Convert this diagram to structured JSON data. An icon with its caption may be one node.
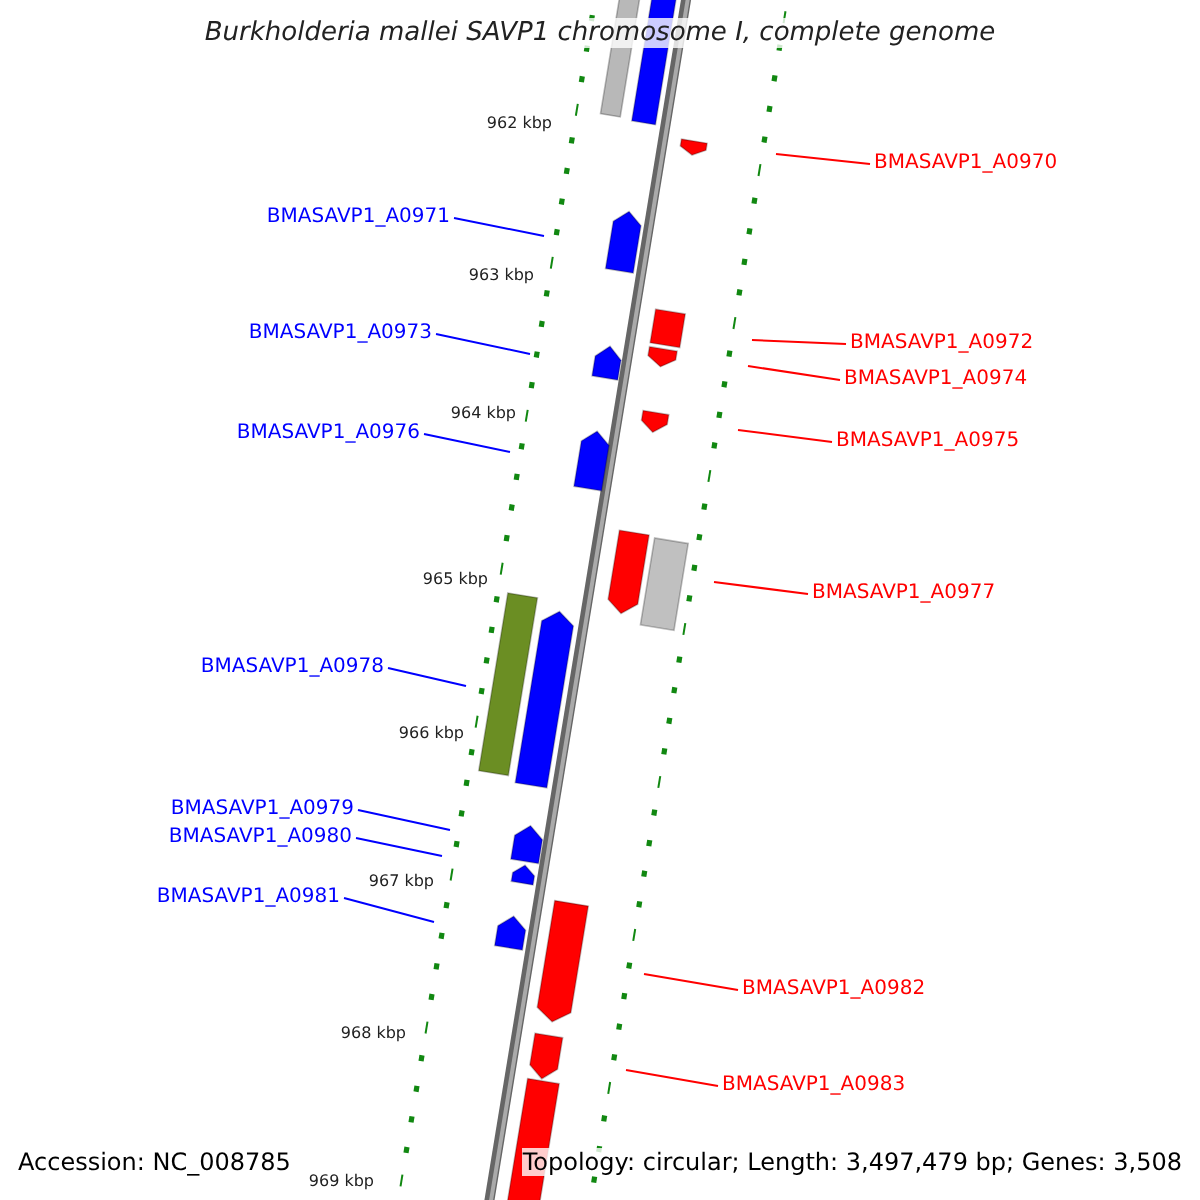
{
  "diagram": {
    "title": "Burkholderia mallei SAVP1 chromosome I, complete genome",
    "nodes": [
      {
        "text": [
          "BMASAVP1_A0970"
        ]
      },
      {
        "text": [
          "BMASAVP1_A0971"
        ]
      },
      {
        "text": [
          "BMASAVP1_A0973"
        ]
      },
      {
        "text": [
          "BMASAVP1_A0972"
        ]
      },
      {
        "text": [
          "BMASAVP1_A0974"
        ]
      },
      {
        "text": [
          "BMASAVP1_A0976"
        ]
      },
      {
        "text": [
          "BMASAVP1_A0975"
        ]
      },
      {
        "text": [
          "BMASAVP1_A0977"
        ]
      },
      {
        "text": [
          "BMASAVP1_A0978"
        ]
      },
      {
        "text": [
          "BMASAVP1_A0979"
        ]
      },
      {
        "text": [
          "BMASAVP1_A0980"
        ]
      },
      {
        "text": [
          "BMASAVP1_A0981"
        ]
      },
      {
        "text": [
          "BMASAVP1_A0982"
        ]
      },
      {
        "text": [
          "BMASAVP1_A0983"
        ]
      }
    ],
    "edges": [
      {
        "from": 0,
        "to": null,
        "arrow": "none",
        "color": "#ff0000"
      },
      {
        "from": 1,
        "to": null,
        "arrow": "none",
        "color": "#0000ff"
      },
      {
        "from": 2,
        "to": null,
        "arrow": "none",
        "color": "#0000ff"
      },
      {
        "from": 3,
        "to": null,
        "arrow": "none",
        "color": "#ff0000"
      },
      {
        "from": 4,
        "to": null,
        "arrow": "none",
        "color": "#ff0000"
      },
      {
        "from": 5,
        "to": null,
        "arrow": "none",
        "color": "#0000ff"
      },
      {
        "from": 6,
        "to": null,
        "arrow": "none",
        "color": "#ff0000"
      },
      {
        "from": 7,
        "to": null,
        "arrow": "none",
        "color": "#ff0000"
      },
      {
        "from": 8,
        "to": null,
        "arrow": "none",
        "color": "#0000ff"
      },
      {
        "from": 9,
        "to": null,
        "arrow": "none",
        "color": "#0000ff"
      },
      {
        "from": 10,
        "to": null,
        "arrow": "none",
        "color": "#0000ff"
      },
      {
        "from": 11,
        "to": null,
        "arrow": "none",
        "color": "#0000ff"
      },
      {
        "from": 12,
        "to": null,
        "arrow": "none",
        "color": "#ff0000"
      },
      {
        "from": 13,
        "to": null,
        "arrow": "none",
        "color": "#ff0000"
      }
    ],
    "labels": [
      "962 kbp",
      "963 kbp",
      "964 kbp",
      "965 kbp",
      "966 kbp",
      "967 kbp",
      "968 kbp",
      "969 kbp",
      "Accession: NC_008785",
      "Topology: circular; Length: 3,497,479 bp; Genes: 3,508"
    ]
  }
}
